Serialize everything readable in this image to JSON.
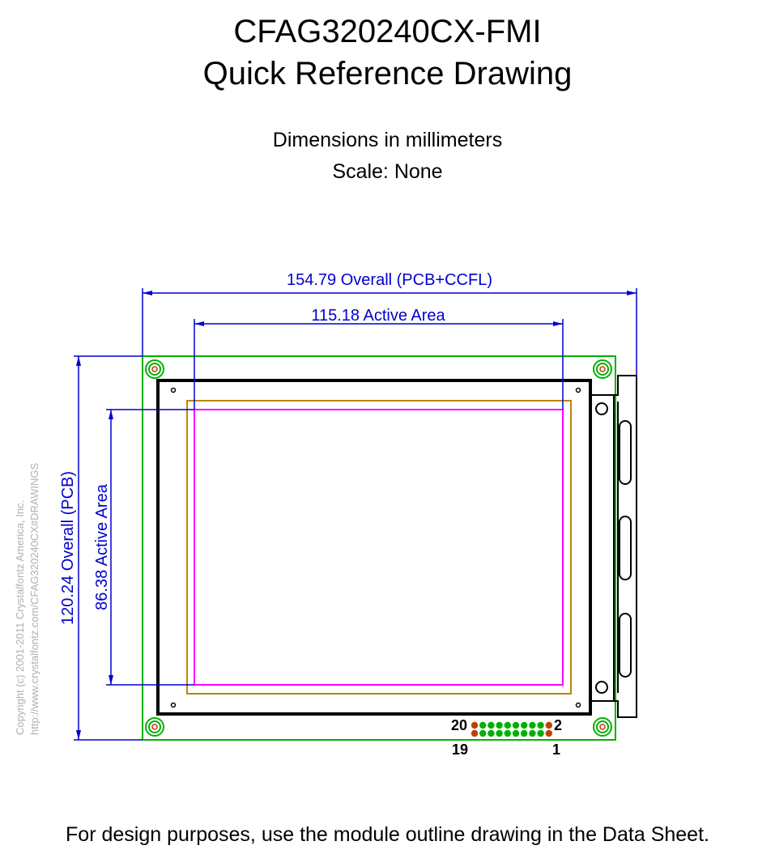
{
  "header": {
    "title": "CFAG320240CX-FMI",
    "subtitle": "Quick Reference Drawing",
    "units_note": "Dimensions in millimeters",
    "scale_note": "Scale: None"
  },
  "dimensions": {
    "overall_width": "154.79 Overall (PCB+CCFL)",
    "active_width": "115.18 Active Area",
    "overall_height": "120.24 Overall (PCB)",
    "active_height": "86.38 Active Area"
  },
  "connector": {
    "pin_top_left": "20",
    "pin_top_right": "2",
    "pin_bottom_left": "19",
    "pin_bottom_right": "1"
  },
  "copyright": {
    "line1": "Copyright (c) 2001-2011 Crystalfontz America, Inc.",
    "line2": "http://www.crystalfontz.com/CFAG320240CX#DRAWINGS"
  },
  "footer": {
    "note": "For design purposes, use the module outline drawing in the Data Sheet."
  },
  "colors": {
    "pcb_outline": "#00b000",
    "lcd_outline": "#000000",
    "viewing_area": "#b8860b",
    "active_area": "#ff00ff",
    "dimension": "#0000cc",
    "mount_hole": "#00b000",
    "pad": "#c04000"
  }
}
